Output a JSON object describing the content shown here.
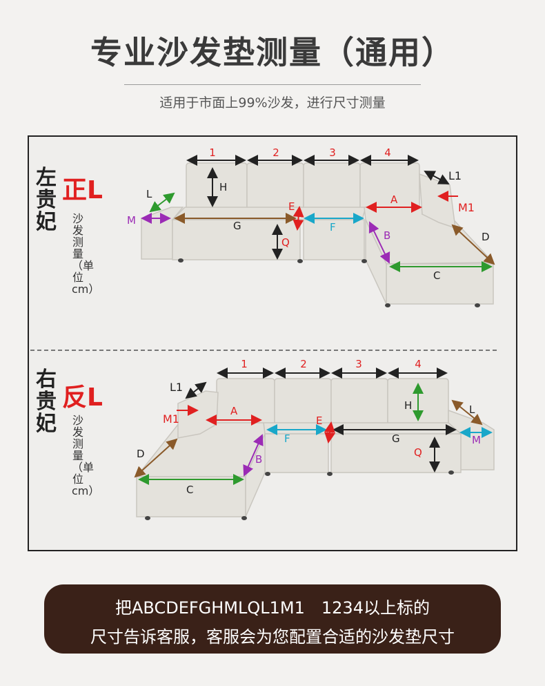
{
  "title": "专业沙发垫测量（通用）",
  "subtitle": "适用于市面上99%沙发，进行尺寸测量",
  "sections": [
    {
      "name": "左贵妃",
      "orientation": "正L",
      "note": "沙发测量（单位cm）"
    },
    {
      "name": "右贵妃",
      "orientation": "反L",
      "note": "沙发测量（单位cm）"
    }
  ],
  "labels": {
    "n1": "1",
    "n2": "2",
    "n3": "3",
    "n4": "4",
    "H": "H",
    "L": "L",
    "L1": "L1",
    "M": "M",
    "M1": "M1",
    "A": "A",
    "B": "B",
    "C": "C",
    "D": "D",
    "E": "E",
    "F": "F",
    "G": "G",
    "Q": "Q"
  },
  "colors": {
    "red": "#e02020",
    "purple": "#9b2bb5",
    "green": "#2e9a2e",
    "cyan": "#19a7c9",
    "brown": "#8a5a2a",
    "dark": "#222222",
    "banner": "#3a2118"
  },
  "banner": {
    "line1": "把ABCDEFGHMLQL1M1　1234以上标的",
    "line2": "尺寸告诉客服，客服会为您配置合适的沙发垫尺寸"
  }
}
